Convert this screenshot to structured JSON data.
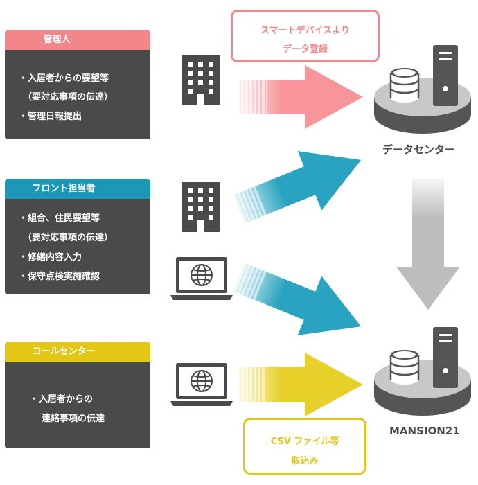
{
  "boxes": [
    {
      "id": "kanrinin",
      "header": "管理人",
      "header_color": "#f3868a",
      "lines": [
        "・入居者からの要望等",
        "（要対応事項の伝達）",
        "・管理日報提出"
      ]
    },
    {
      "id": "front",
      "header": "フロント担当者",
      "header_color": "#1a98b6",
      "lines": [
        "・組合、住民要望等",
        "（要対応事項の伝達）",
        "・修繕内容入力",
        "・保守点検実施確認"
      ]
    },
    {
      "id": "callcenter",
      "header": "コールセンター",
      "header_color": "#e2c716",
      "lines": [
        "・入居者からの",
        "連絡事項の伝達"
      ]
    }
  ],
  "callouts": {
    "smart": {
      "lines": [
        "スマートデバイスより",
        "データ登録"
      ],
      "color": "#f3868a"
    },
    "csv": {
      "lines": [
        "CSV ファイル等",
        "取込み"
      ],
      "color": "#e2c716"
    }
  },
  "servers": {
    "datacenter": {
      "label": "データセンター"
    },
    "mansion": {
      "label": "MANSION21"
    }
  },
  "colors": {
    "pink_arrow": "#f7959a",
    "blue_arrow": "#2aa3c0",
    "yellow_arrow": "#e8d02a",
    "gray_arrow": "#bdbdbd",
    "icon_dark": "#4a4a4a"
  },
  "icons": {
    "building": "building-icon",
    "laptop_globe": "laptop-globe-icon",
    "server": "database-server-icon"
  }
}
